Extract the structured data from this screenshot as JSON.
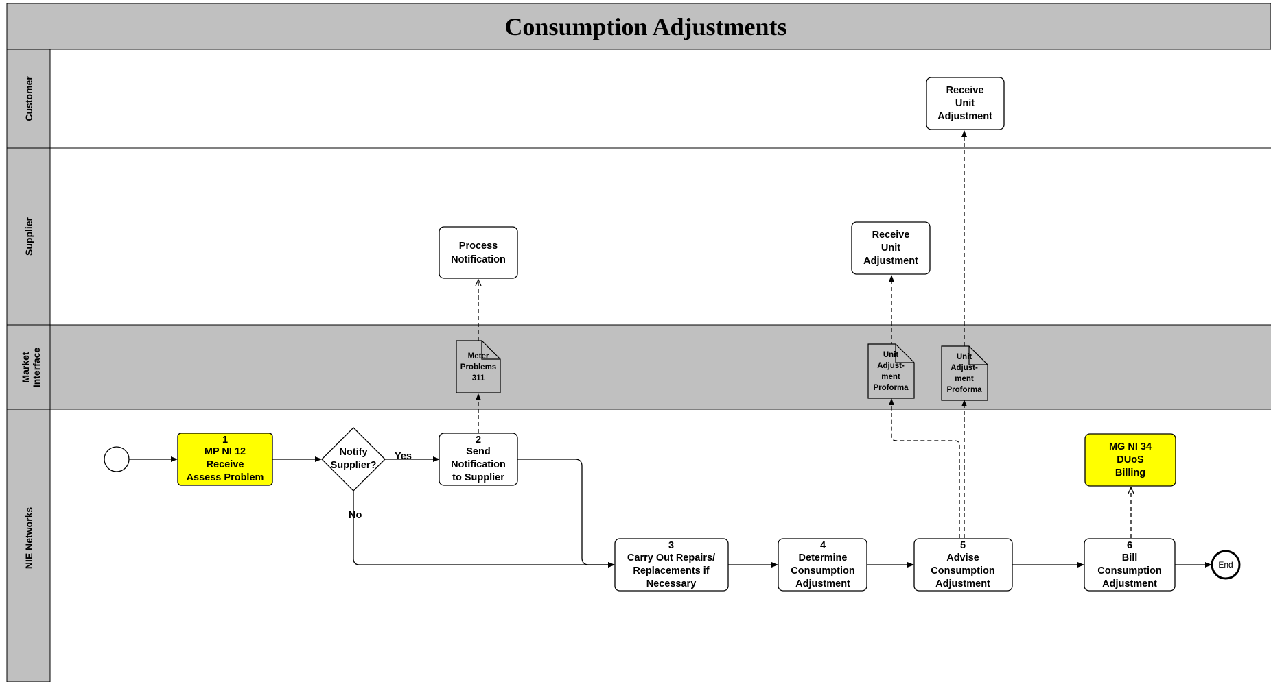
{
  "title": "Consumption Adjustments",
  "lanes": {
    "customer": "Customer",
    "supplier": "Supplier",
    "market_interface_1": "Market",
    "market_interface_2": "Interface",
    "nie_networks": "NIE Networks"
  },
  "colors": {
    "header": "#c0c0c0",
    "market_lane": "#c0c0c0",
    "highlight": "#ffff00",
    "box": "#ffffff",
    "stroke": "#000000"
  },
  "nodes": {
    "step1": {
      "num": "1",
      "l1": "MP NI 12",
      "l2": "Receive",
      "l3": "Assess Problem"
    },
    "decision": {
      "l1": "Notify",
      "l2": "Supplier?"
    },
    "yes_label": "Yes",
    "no_label": "No",
    "step2": {
      "num": "2",
      "l1": "Send",
      "l2": "Notification",
      "l3": "to Supplier"
    },
    "process_notification": {
      "l1": "Process",
      "l2": "Notification"
    },
    "doc_meter": {
      "l1": "Meter",
      "l2": "Problems",
      "l3": "311"
    },
    "step3": {
      "num": "3",
      "l1": "Carry Out Repairs/",
      "l2": "Replacements if",
      "l3": "Necessary"
    },
    "step4": {
      "num": "4",
      "l1": "Determine",
      "l2": "Consumption",
      "l3": "Adjustment"
    },
    "step5": {
      "num": "5",
      "l1": "Advise",
      "l2": "Consumption",
      "l3": "Adjustment"
    },
    "step6": {
      "num": "6",
      "l1": "Bill",
      "l2": "Consumption",
      "l3": "Adjustment"
    },
    "supplier_receive": {
      "l1": "Receive",
      "l2": "Unit",
      "l3": "Adjustment"
    },
    "customer_receive": {
      "l1": "Receive",
      "l2": "Unit",
      "l3": "Adjustment"
    },
    "doc_unit_1": {
      "l1": "Unit",
      "l2": "Adjust-",
      "l3": "ment",
      "l4": "Proforma"
    },
    "doc_unit_2": {
      "l1": "Unit",
      "l2": "Adjust-",
      "l3": "ment",
      "l4": "Proforma"
    },
    "duos": {
      "l1": "MG NI 34",
      "l2": "DUoS",
      "l3": "Billing"
    },
    "end_label": "End"
  }
}
